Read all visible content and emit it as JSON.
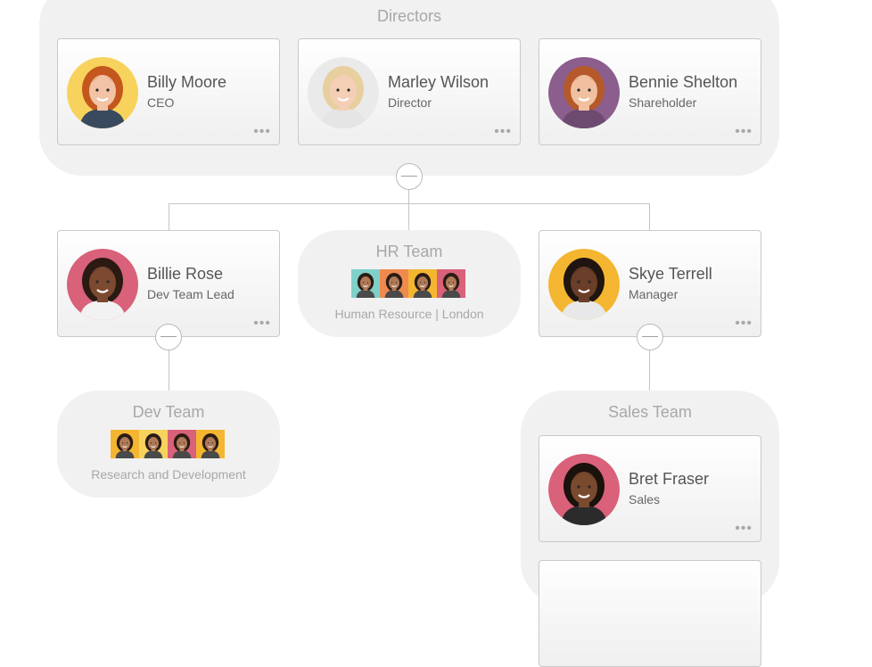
{
  "directors": {
    "title": "Directors",
    "people": [
      {
        "name": "Billy Moore",
        "role": "CEO",
        "avatar_bg": "#f7d35d",
        "hair": "#c4571e",
        "skin": "#f2c3a5",
        "shirt": "#3a4a5e"
      },
      {
        "name": "Marley Wilson",
        "role": "Director",
        "avatar_bg": "#eaeaea",
        "hair": "#e7cf9f",
        "skin": "#f4cfb6",
        "shirt": "#e5e5e5"
      },
      {
        "name": "Bennie Shelton",
        "role": "Shareholder",
        "avatar_bg": "#8b5e8e",
        "hair": "#b5592a",
        "skin": "#f0c0a0",
        "shirt": "#6d4a6f"
      }
    ]
  },
  "managers": [
    {
      "name": "Billie Rose",
      "role": "Dev Team Lead",
      "avatar_bg": "#d9617a",
      "hair": "#2a1a12",
      "skin": "#7b4a30",
      "shirt": "#f2f2f2"
    },
    {
      "name": "Skye Terrell",
      "role": "Manager",
      "avatar_bg": "#f4b630",
      "hair": "#1f1510",
      "skin": "#6a3e28",
      "shirt": "#e8e8e8"
    }
  ],
  "teams": {
    "hr": {
      "title": "HR Team",
      "subtitle": "Human Resource | London",
      "photos": [
        "#7fd0c8",
        "#ef8a4e",
        "#f4b630",
        "#d9617a"
      ]
    },
    "dev": {
      "title": "Dev Team",
      "subtitle": "Research and Development",
      "photos": [
        "#f4b630",
        "#f7d35d",
        "#d9617a",
        "#f4b630"
      ]
    },
    "sales": {
      "title": "Sales Team",
      "people": [
        {
          "name": "Bret Fraser",
          "role": "Sales",
          "avatar_bg": "#d9617a",
          "hair": "#1a120d",
          "skin": "#7a4a2e",
          "shirt": "#2b2b2b"
        }
      ]
    }
  },
  "icons": {
    "more": "more-dots-icon",
    "collapse": "collapse-toggle-icon"
  }
}
